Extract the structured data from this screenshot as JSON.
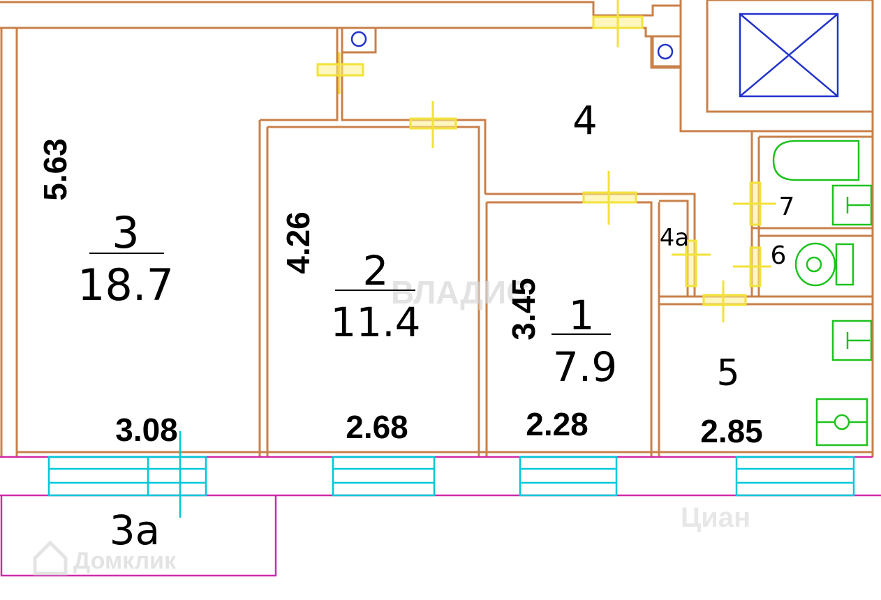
{
  "rooms": {
    "r1": {
      "number": "1",
      "area": "7.9"
    },
    "r2": {
      "number": "2",
      "area": "11.4"
    },
    "r3": {
      "number": "3",
      "area": "18.7"
    },
    "r3a": {
      "number": "3a"
    },
    "r4": {
      "number": "4"
    },
    "r4a": {
      "number": "4a"
    },
    "r5": {
      "number": "5"
    },
    "r6": {
      "number": "6"
    },
    "r7": {
      "number": "7"
    }
  },
  "dimensions": {
    "d_5_63": "5.63",
    "d_4_26": "4.26",
    "d_3_45": "3.45",
    "d_3_08": "3.08",
    "d_2_68": "2.68",
    "d_2_28": "2.28",
    "d_2_85": "2.85"
  },
  "watermarks": {
    "center": "ВЛАДИС",
    "bottom_left": "Домклик",
    "bottom_right": "Циан"
  },
  "colors": {
    "wall": "#c9804a",
    "outer_wall": "#d02aa8",
    "window": "#00c8d8",
    "door": "#f2e23a",
    "fixture": "#1ec21e",
    "elevator": "#2233cc"
  }
}
